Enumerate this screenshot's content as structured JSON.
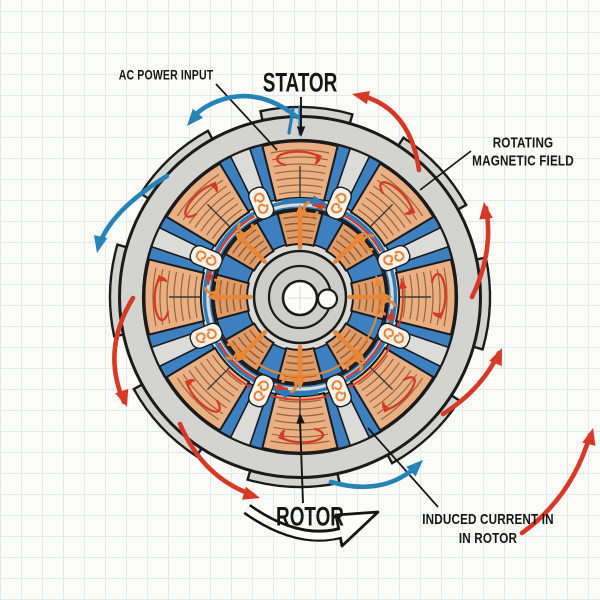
{
  "labels": {
    "ac_power_input": "AC POWER INPUT",
    "stator": "STATOR",
    "rotating_magnetic_field": [
      "ROTATING",
      "MAGNETIC FIELD"
    ],
    "rotor": "ROTOR",
    "induced_current": [
      "INDUCED CURRENT IN",
      "IN ROTOR"
    ]
  },
  "diagram": {
    "subject": "AC induction motor cross-section",
    "stator_segments": 8,
    "rotor_segments": 8,
    "rotation_direction": "counterclockwise",
    "colors": {
      "housing": "#d3d3d1",
      "panel": "#dbdbd9",
      "outline": "#1b1b1b",
      "stator_copper": "#e9b183",
      "rotor_copper": "#de9c68",
      "copper_stripe": "#7c4a26",
      "pole_blue": "#3c80c0",
      "band_blue": "#2d7cb7",
      "arrow_red": "#d63a26",
      "arrow_blue": "#2583b5",
      "arrow_orange": "#e8863a",
      "pod_fill": "#f7f3ec",
      "hub_gray": "#cdcdcb",
      "white": "#fdfdfb",
      "pointer_black": "#141414",
      "grid": "#e5e8ea",
      "paper": "#fbfbf8"
    }
  }
}
